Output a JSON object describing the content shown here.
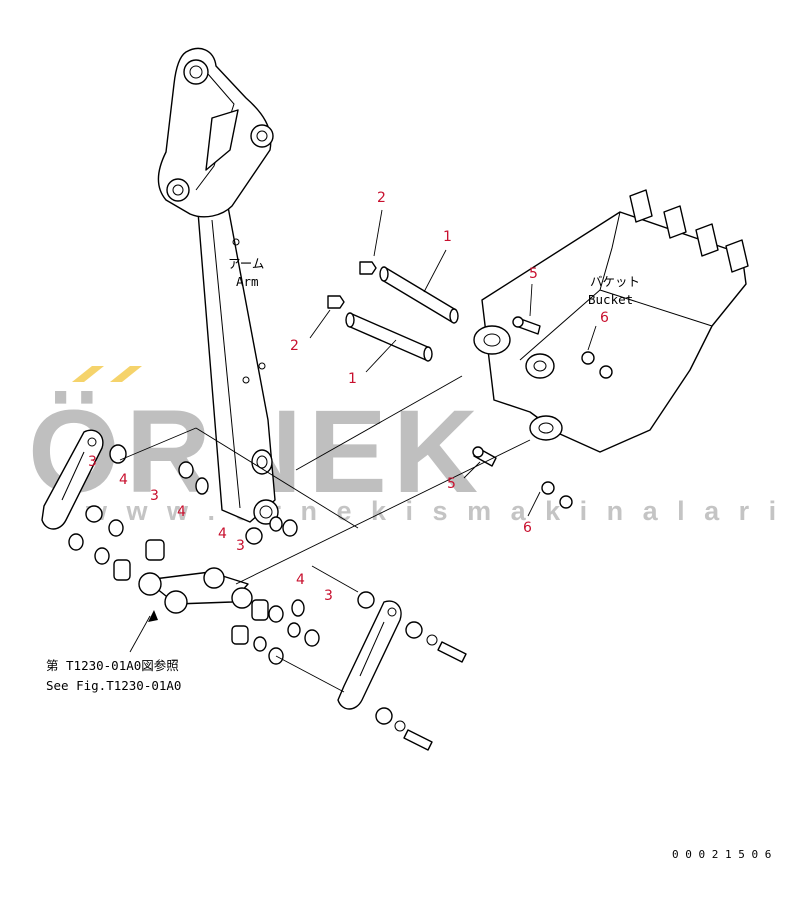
{
  "watermark": {
    "text": "ÖRNEK",
    "url": "w w w . o r n e k i s m a k i n a l a r i . c o m . t r"
  },
  "labels": {
    "arm_jp": "アーム",
    "arm_en": "Arm",
    "bucket_jp": "バケット",
    "bucket_en": "Bucket",
    "ref_jp": "第 T1230-01A0図参照",
    "ref_en": "See Fig.T1230-01A0",
    "figure_code": "0 0 0 2 1 5 0 6"
  },
  "part_numbers": [
    "1",
    "1",
    "2",
    "2",
    "5",
    "5",
    "6",
    "6",
    "3",
    "3",
    "3",
    "3",
    "4",
    "4",
    "4",
    "4"
  ],
  "colors": {
    "callout": "#c8102e",
    "watermark": "#bfbfbf",
    "accent": "#f5d36b"
  }
}
